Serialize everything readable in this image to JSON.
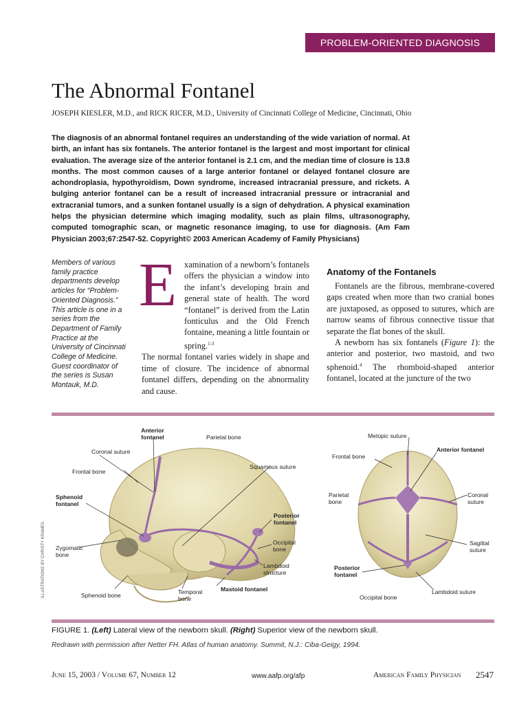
{
  "banner": "PROBLEM-ORIENTED DIAGNOSIS",
  "title": "The Abnormal Fontanel",
  "authors": "JOSEPH KIESLER, M.D., and RICK RICER, M.D., University of Cincinnati College of Medicine, Cincinnati, Ohio",
  "abstract": "The diagnosis of an abnormal fontanel requires an understanding of the wide variation of normal. At birth, an infant has six fontanels. The anterior fontanel is the largest and most important for clinical evaluation. The average size of the anterior fontanel is 2.1 cm, and the median time of closure is 13.8 months. The most common causes of a large anterior fontanel or delayed fontanel closure are achondroplasia, hypothyroidism, Down syndrome, increased intracranial pressure, and rickets. A bulging anterior fontanel can be a result of increased intracranial pressure or intracranial and extracranial tumors, and a sunken fontanel usually is a sign of dehydration. A physical examination helps the physician determine which imaging modality, such as plain films, ultrasonography, computed tomographic scan, or magnetic resonance imaging, to use for diagnosis. (Am Fam Physician 2003;67:2547-52. Copyright© 2003 American Academy of Family Physicians)",
  "sidenote": "Members of various family practice departments develop articles for “Problem-Oriented Diagnosis.” This article is one in a series from the Department of Family Practice at the University of Cincinnati College of Medicine. Guest coordinator of the series is Susan Montauk, M.D.",
  "body": {
    "dropcap": "E",
    "col1_first": "xamination of a newborn’s fontanels offers the physician a window into the infant’s developing brain and general state of health. The word “fontanel” is derived from the Latin fonticulus and the Old French fontaine, meaning a little fountain or spring.",
    "col1_sup": "1-3",
    "col1_second": "The normal fontanel varies widely in shape and time of closure. The incidence of abnormal fontanel differs, depending on the abnormality and cause.",
    "section_heading": "Anatomy of the Fontanels",
    "col2_p1": "Fontanels are the fibrous, membrane-covered gaps created when more than two cranial bones are juxtaposed, as opposed to sutures, which are narrow seams of fibrous connective tissue that separate the flat bones of the skull.",
    "col2_p2_a": "A newborn has six fontanels (",
    "col2_p2_fig": "Figure 1",
    "col2_p2_b": "): the anterior and posterior, two mastoid, and two sphenoid.",
    "col2_p2_sup": "4",
    "col2_p2_c": " The rhomboid-shaped anterior fontanel, located at the juncture of the two"
  },
  "figure": {
    "left_labels": {
      "anterior_fontanel": "Anterior fontanel",
      "parietal_bone": "Parietal bone",
      "coronal_suture": "Coronal suture",
      "squamous_suture": "Squamous suture",
      "frontal_bone": "Frontal bone",
      "sphenoid_fontanel": "Sphenoid fontanel",
      "posterior_fontanel": "Posterior fontanel",
      "occipital_bone": "Occipital bone",
      "zygomatic_bone": "Zygomatic bone",
      "lambdoid_structure": "Lambdoid structure",
      "mastoid_fontanel": "Mastoid fontanel",
      "temporal_bone": "Temporal bone",
      "sphenoid_bone": "Sphenoid bone"
    },
    "right_labels": {
      "metopic_suture": "Metopic suture",
      "frontal_bone": "Frontal bone",
      "anterior_fontanel": "Anterior fontanel",
      "parietal_bone": "Parietal bone",
      "coronal_suture": "Coronal suture",
      "sagittal_suture": "Sagittal suture",
      "posterior_fontanel": "Posterior fontanel",
      "lambdoid_suture": "Lambdoid suture",
      "occipital_bone": "Occipital bone"
    },
    "credit": "ILLUSTRATIONS BY CHRISTY KRAMES",
    "caption_label": "FIGURE 1.",
    "caption_left": "(Left)",
    "caption_left_text": "Lateral view of the newborn skull.",
    "caption_right": "(Right)",
    "caption_right_text": "Superior view of the newborn skull.",
    "caption_source": "Redrawn with permission after Netter FH. Atlas of human anatomy. Summit, N.J.: Ciba-Geigy, 1994."
  },
  "footer": {
    "issue": "June 15, 2003 / Volume 67, Number 12",
    "url": "www.aafp.org/afp",
    "journal": "American Family Physician",
    "page": "2547"
  },
  "colors": {
    "accent": "#8a2060",
    "rule": "#c08aa8",
    "bone": "#e4dcb0",
    "suture": "#9a6aa8"
  }
}
